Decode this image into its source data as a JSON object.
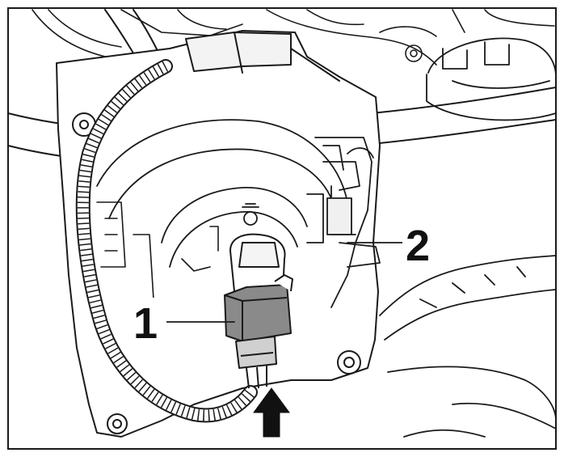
{
  "callouts": [
    {
      "id": "connector",
      "label": "1"
    },
    {
      "id": "adjuster",
      "label": "2"
    }
  ],
  "colors": {
    "line": "#1a1a1a",
    "highlight_gray": "#8a8a8a",
    "light_gray": "#d9d9d9",
    "background": "#ffffff"
  },
  "icons": {
    "arrow": "up-arrow-icon"
  }
}
